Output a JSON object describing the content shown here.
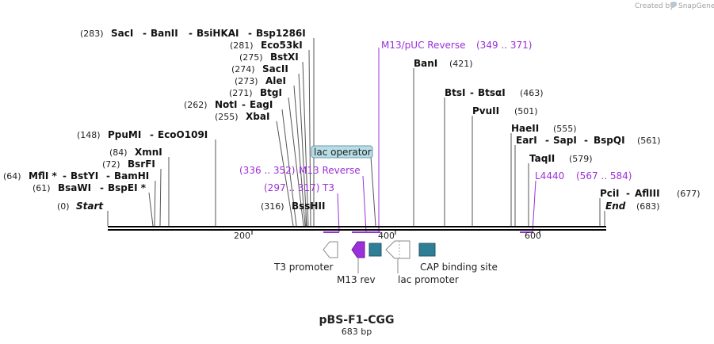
{
  "credit": "Created by",
  "brand": "SnapGene",
  "title": "pBS-F1-CGG",
  "length_label": "683 bp",
  "backbone_ticks": [
    "200",
    "400",
    "600"
  ],
  "sites": [
    {
      "pos": "(283)",
      "names": [
        "SacI",
        "BanII",
        "BsiHKAI",
        "Bsp1286I"
      ]
    },
    {
      "pos": "(281)",
      "names": [
        "Eco53kI"
      ]
    },
    {
      "pos": "(275)",
      "names": [
        "BstXI"
      ]
    },
    {
      "pos": "(274)",
      "names": [
        "SacII"
      ]
    },
    {
      "pos": "(273)",
      "names": [
        "AleI"
      ]
    },
    {
      "pos": "(271)",
      "names": [
        "BtgI"
      ]
    },
    {
      "pos": "(262)",
      "names": [
        "NotI",
        "EagI"
      ]
    },
    {
      "pos": "(255)",
      "names": [
        "XbaI"
      ]
    },
    {
      "pos": "(148)",
      "names": [
        "PpuMI",
        "EcoO109I"
      ]
    },
    {
      "pos": "(84)",
      "names": [
        "XmnI"
      ]
    },
    {
      "pos": "(72)",
      "names": [
        "BsrFI"
      ]
    },
    {
      "pos": "(64)",
      "names": [
        "MflI *",
        "BstYI",
        "BamHI"
      ]
    },
    {
      "pos": "(61)",
      "names": [
        "BsaWI",
        "BspEI *"
      ]
    },
    {
      "pos": "(0)",
      "names": [
        "Start"
      ]
    },
    {
      "pos": "(316)",
      "names": [
        "BssHII"
      ]
    },
    {
      "pos": "(421)",
      "names": [
        "BanI"
      ]
    },
    {
      "pos": "(463)",
      "names": [
        "BtsI",
        "BtsαI"
      ]
    },
    {
      "pos": "(501)",
      "names": [
        "PvuII"
      ]
    },
    {
      "pos": "(555)",
      "names": [
        "HaeII"
      ]
    },
    {
      "pos": "(561)",
      "names": [
        "EarI",
        "SapI",
        "BspQI"
      ]
    },
    {
      "pos": "(579)",
      "names": [
        "TaqII"
      ]
    },
    {
      "pos": "(677)",
      "names": [
        "PciI",
        "AflIII"
      ]
    },
    {
      "pos": "(683)",
      "names": [
        "End"
      ]
    }
  ],
  "primers": [
    {
      "name": "M13/pUC Reverse",
      "range": "(349 .. 371)"
    },
    {
      "name": "M13 Reverse",
      "range": "(336 .. 352)"
    },
    {
      "name": "T3",
      "range": "(297 .. 317)"
    },
    {
      "name": "L4440",
      "range": "(567 .. 584)"
    }
  ],
  "lac_operator": "lac operator",
  "features": [
    "T3 promoter",
    "M13 rev",
    "lac promoter",
    "CAP binding site"
  ],
  "colors": {
    "primer": "#9b30d9",
    "teal": "#2e7f96",
    "operator_bg": "#b8dde6",
    "line": "#555555"
  }
}
